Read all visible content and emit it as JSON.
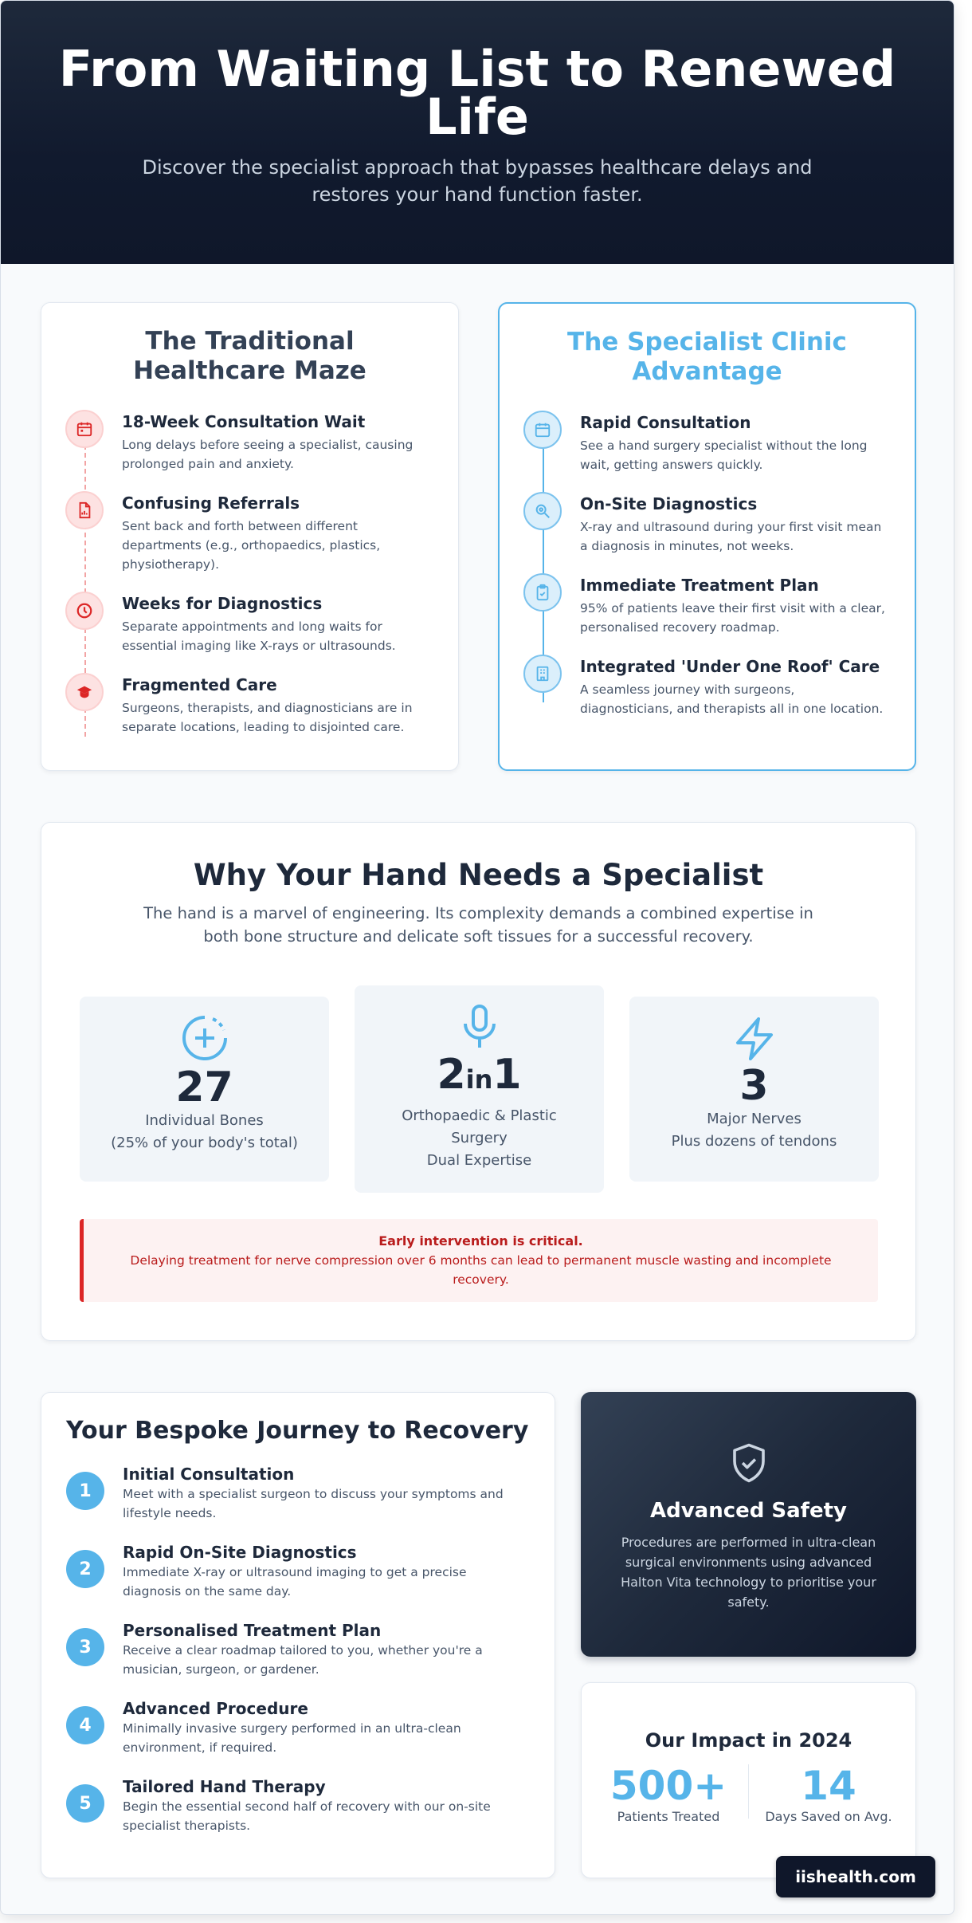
{
  "hero": {
    "title": "From Waiting List to Renewed Life",
    "subtitle": "Discover the specialist approach that bypasses healthcare delays and restores your hand function faster."
  },
  "traditional": {
    "title": "The Traditional Healthcare Maze",
    "accent": "#dc2626",
    "items": [
      {
        "icon": "calendar-icon",
        "title": "18-Week Consultation Wait",
        "text": "Long delays before seeing a specialist, causing prolonged pain and anxiety."
      },
      {
        "icon": "document-chart-icon",
        "title": "Confusing Referrals",
        "text": "Sent back and forth between different departments (e.g., orthopaedics, plastics, physiotherapy)."
      },
      {
        "icon": "clock-icon",
        "title": "Weeks for Diagnostics",
        "text": "Separate appointments and long waits for essential imaging like X-rays or ultrasounds."
      },
      {
        "icon": "user-doctor-icon",
        "title": "Fragmented Care",
        "text": "Surgeons, therapists, and diagnosticians are in separate locations, leading to disjointed care."
      }
    ]
  },
  "specialist": {
    "title": "The Specialist Clinic Advantage",
    "accent": "#56b4e9",
    "items": [
      {
        "icon": "calendar-icon",
        "title": "Rapid Consultation",
        "text": "See a hand surgery specialist without the long wait, getting answers quickly."
      },
      {
        "icon": "search-icon",
        "title": "On-Site Diagnostics",
        "text": "X-ray and ultrasound during your first visit mean a diagnosis in minutes, not weeks."
      },
      {
        "icon": "clipboard-check-icon",
        "title": "Immediate Treatment Plan",
        "text": "95% of patients leave their first visit with a clear, personalised recovery roadmap."
      },
      {
        "icon": "building-icon",
        "title": "Integrated 'Under One Roof' Care",
        "text": "A seamless journey with surgeons, diagnosticians, and therapists all in one location."
      }
    ]
  },
  "why": {
    "title": "Why Your Hand Needs a Specialist",
    "lead": "The hand is a marvel of engineering. Its complexity demands a combined expertise in both bone structure and delicate soft tissues for a successful recovery.",
    "stats": [
      {
        "icon": "bone-plus-icon",
        "value": "27",
        "line1": "Individual Bones",
        "line2": "(25% of your body's total)"
      },
      {
        "icon": "microphone-icon",
        "value_a": "2",
        "value_mid": "in",
        "value_b": "1",
        "line1": "Orthopaedic & Plastic Surgery",
        "line2": "Dual Expertise"
      },
      {
        "icon": "lightning-icon",
        "value": "3",
        "line1": "Major Nerves",
        "line2": "Plus dozens of tendons"
      }
    ],
    "alert_title": "Early intervention is critical.",
    "alert_text": "Delaying treatment for nerve compression over 6 months can lead to permanent muscle wasting and incomplete recovery."
  },
  "journey": {
    "title": "Your Bespoke Journey to Recovery",
    "steps": [
      {
        "n": "1",
        "title": "Initial Consultation",
        "text": "Meet with a specialist surgeon to discuss your symptoms and lifestyle needs."
      },
      {
        "n": "2",
        "title": "Rapid On-Site Diagnostics",
        "text": "Immediate X-ray or ultrasound imaging to get a precise diagnosis on the same day."
      },
      {
        "n": "3",
        "title": "Personalised Treatment Plan",
        "text": "Receive a clear roadmap tailored to you, whether you're a musician, surgeon, or gardener."
      },
      {
        "n": "4",
        "title": "Advanced Procedure",
        "text": "Minimally invasive surgery performed in an ultra-clean environment, if required."
      },
      {
        "n": "5",
        "title": "Tailored Hand Therapy",
        "text": "Begin the essential second half of recovery with our on-site specialist therapists."
      }
    ]
  },
  "safety": {
    "icon": "shield-check-icon",
    "title": "Advanced Safety",
    "text": "Procedures are performed in ultra-clean surgical environments using advanced Halton Vita technology to prioritise your safety."
  },
  "impact": {
    "title": "Our Impact in 2024",
    "metrics": [
      {
        "value": "500+",
        "label": "Patients Treated"
      },
      {
        "value": "14",
        "label": "Days Saved on Avg."
      }
    ]
  },
  "brand": "iishealth.com"
}
